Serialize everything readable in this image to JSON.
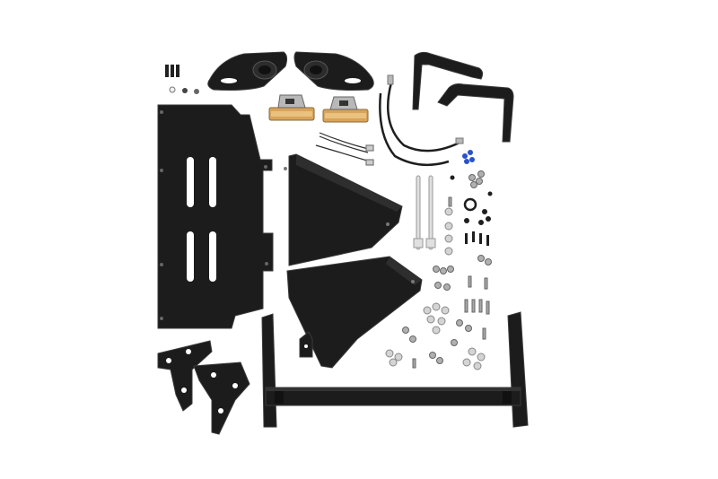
{
  "scene": {
    "background": "#ffffff",
    "part_color": "#1c1c1c",
    "part_edge": "#3a3a3a",
    "metal_color": "#c9c9c9",
    "amber_color": "#d9a35a",
    "clip_color": "#2a52c8"
  },
  "parts": [
    {
      "id": "skid-plate",
      "icon": "skid-plate-icon"
    },
    {
      "id": "fog-bezels",
      "icon": "fog-bezel-icon"
    },
    {
      "id": "side-markers",
      "icon": "marker-light-icon"
    },
    {
      "id": "flare-brackets",
      "icon": "flare-bracket-icon"
    },
    {
      "id": "wire-harness",
      "icon": "wire-harness-icon"
    },
    {
      "id": "side-shields",
      "icon": "side-shield-icon"
    },
    {
      "id": "mount-brackets",
      "icon": "mount-bracket-icon"
    },
    {
      "id": "crossmember",
      "icon": "crossmember-icon"
    },
    {
      "id": "hardware",
      "icon": "hardware-icon"
    }
  ]
}
